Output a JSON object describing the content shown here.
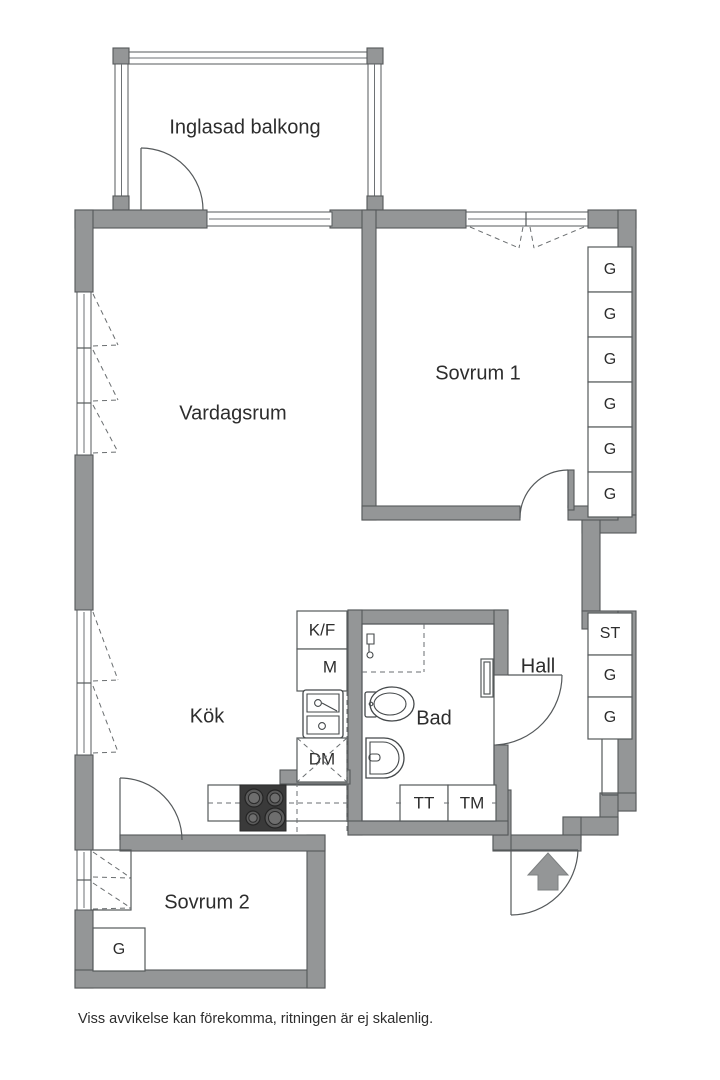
{
  "plan": {
    "caption": "Viss avvikelse kan förekomma, ritningen är ej skalenlig.",
    "colors": {
      "wall": "#949697",
      "wall_outline": "#555859",
      "text": "#2d2d2d",
      "background": "#ffffff",
      "stove": "#3a3a3a",
      "entry_arrow": "#949697"
    },
    "rooms": [
      {
        "id": "balcony",
        "label": "Inglasad balkong"
      },
      {
        "id": "living",
        "label": "Vardagsrum"
      },
      {
        "id": "bedroom1",
        "label": "Sovrum 1"
      },
      {
        "id": "kitchen",
        "label": "Kök"
      },
      {
        "id": "bathroom",
        "label": "Bad"
      },
      {
        "id": "hall",
        "label": "Hall"
      },
      {
        "id": "bedroom2",
        "label": "Sovrum 2"
      }
    ],
    "bedroom1_closets": [
      {
        "label": "G"
      },
      {
        "label": "G"
      },
      {
        "label": "G"
      },
      {
        "label": "G"
      },
      {
        "label": "G"
      },
      {
        "label": "G"
      }
    ],
    "hall_closets": [
      {
        "label": "ST"
      },
      {
        "label": "G"
      },
      {
        "label": "G"
      }
    ],
    "bedroom2_closets": [
      {
        "label": "G"
      }
    ],
    "kitchen_appliances": [
      {
        "label": "K/F"
      },
      {
        "label": "M"
      },
      {
        "label": "DM"
      }
    ],
    "laundry_appliances": [
      {
        "label": "TT"
      },
      {
        "label": "TM"
      }
    ],
    "icons": [
      {
        "name": "entry-door-arrow-icon"
      },
      {
        "name": "kitchen-sink-icon"
      },
      {
        "name": "stove-icon"
      },
      {
        "name": "toilet-icon"
      },
      {
        "name": "washbasin-icon"
      },
      {
        "name": "shower-mixer-icon"
      },
      {
        "name": "mirror-icon"
      }
    ]
  }
}
